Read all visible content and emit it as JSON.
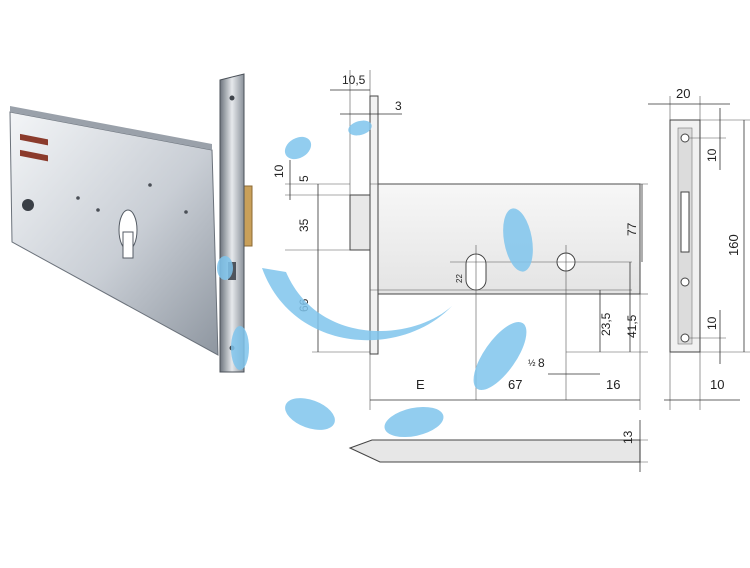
{
  "product": {
    "image_name": "mortise-lock-photo"
  },
  "drawing": {
    "top_dims": {
      "d1": "10,5",
      "d2": "3"
    },
    "left_dims": {
      "d10": "10",
      "d5": "5",
      "d35": "35",
      "d66": "66"
    },
    "right_dims": {
      "d77": "77",
      "d23_5": "23,5",
      "d41_5": "41,5"
    },
    "bottom_dims": {
      "dE": "E",
      "d67": "67",
      "d16": "16",
      "d8": "8"
    },
    "small_labels": {
      "keyhole_mark": "22",
      "pin_mark": "½"
    },
    "faceplate_dims": {
      "width": "20",
      "top_gap": "10",
      "height": "160",
      "bottom_gap": "10",
      "side": "10"
    },
    "bolt_dims": {
      "thickness": "13"
    }
  },
  "colors": {
    "watermark": "#7fc4ec",
    "metal_light": "#eef1f4",
    "metal_mid": "#c7ccd3",
    "metal_dark": "#7d8590",
    "brass": "#c9a05a",
    "line": "#333333"
  }
}
